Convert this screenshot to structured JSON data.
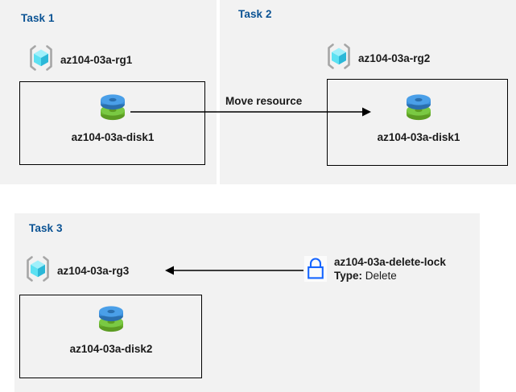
{
  "diagram": {
    "title": "Azure resource group, move resource, and delete lock diagram",
    "colors": {
      "panel_background": "#f2f2f2",
      "page_background": "#ffffff",
      "task_title": "#0b5394",
      "box_border": "#000000",
      "arrow": "#000000",
      "lock_icon": "#1565ff",
      "disk_top": "#3b8fdd",
      "disk_bottom": "#6ab42e",
      "rg_cube": "#5ce1f2",
      "rg_bracket": "#a6a6a6",
      "text": "#1a1a1a"
    }
  },
  "panels": [
    {
      "id": "task1",
      "title": "Task 1",
      "resource_group": {
        "label": "az104-03a-rg1",
        "icon": "resource-group-icon"
      },
      "resource": {
        "label": "az104-03a-disk1",
        "icon": "managed-disk-icon"
      }
    },
    {
      "id": "task2",
      "title": "Task 2",
      "resource_group": {
        "label": "az104-03a-rg2",
        "icon": "resource-group-icon"
      },
      "resource": {
        "label": "az104-03a-disk1",
        "icon": "managed-disk-icon"
      }
    },
    {
      "id": "task3",
      "title": "Task 3",
      "resource_group": {
        "label": "az104-03a-rg3",
        "icon": "resource-group-icon"
      },
      "resource": {
        "label": "az104-03a-disk2",
        "icon": "managed-disk-icon"
      }
    }
  ],
  "arrows": {
    "move": {
      "caption": "Move resource",
      "direction": "right",
      "icon": "arrow-right-icon"
    },
    "lock": {
      "caption": "",
      "direction": "left",
      "icon": "arrow-left-icon"
    }
  },
  "lock": {
    "icon": "padlock-icon",
    "name": "az104-03a-delete-lock",
    "type_key": "Type:",
    "type_value": "Delete"
  }
}
